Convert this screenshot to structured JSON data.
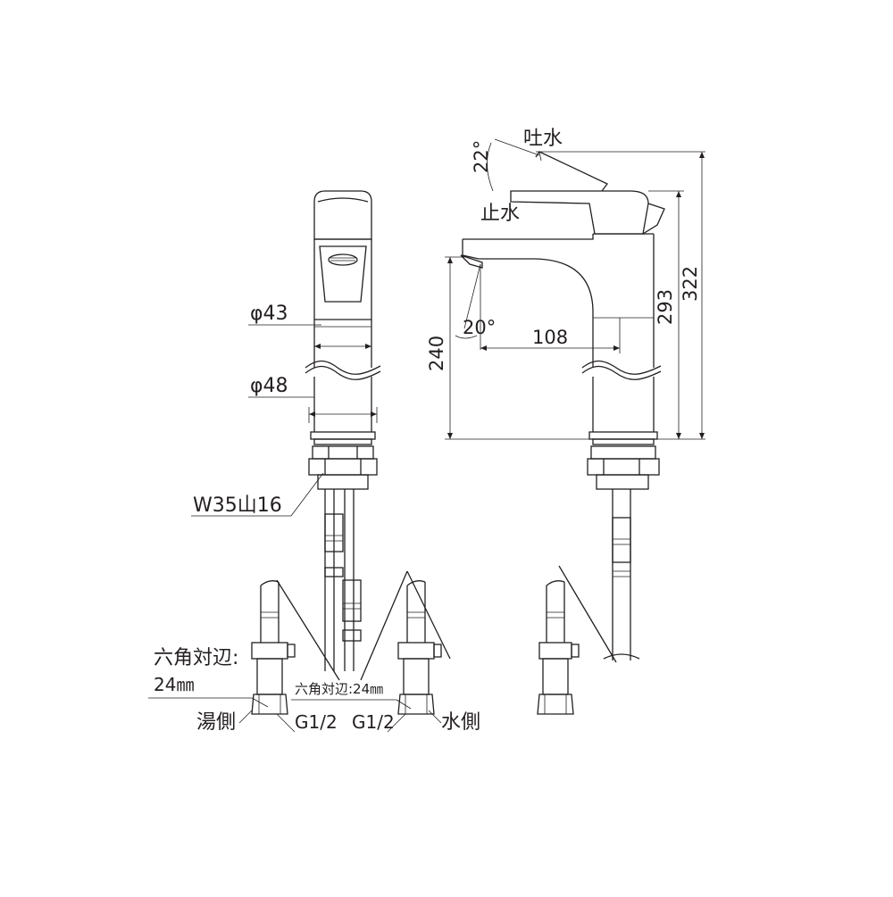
{
  "labels": {
    "phi43": "φ43",
    "phi48": "φ48",
    "thread": "W35山16",
    "hex_left_line1": "六角対辺:",
    "hex_left_line2": "24㎜",
    "hex_center": "六角対辺:24㎜",
    "hot_side": "湯側",
    "cold_side": "水側",
    "g_left": "G1/2",
    "g_right": "G1/2",
    "spout_out": "吐水",
    "stop_water": "止水",
    "angle_22": "22°",
    "angle_20": "20°"
  },
  "dimensions": {
    "d108": "108",
    "d240": "240",
    "d293": "293",
    "d322": "322"
  }
}
